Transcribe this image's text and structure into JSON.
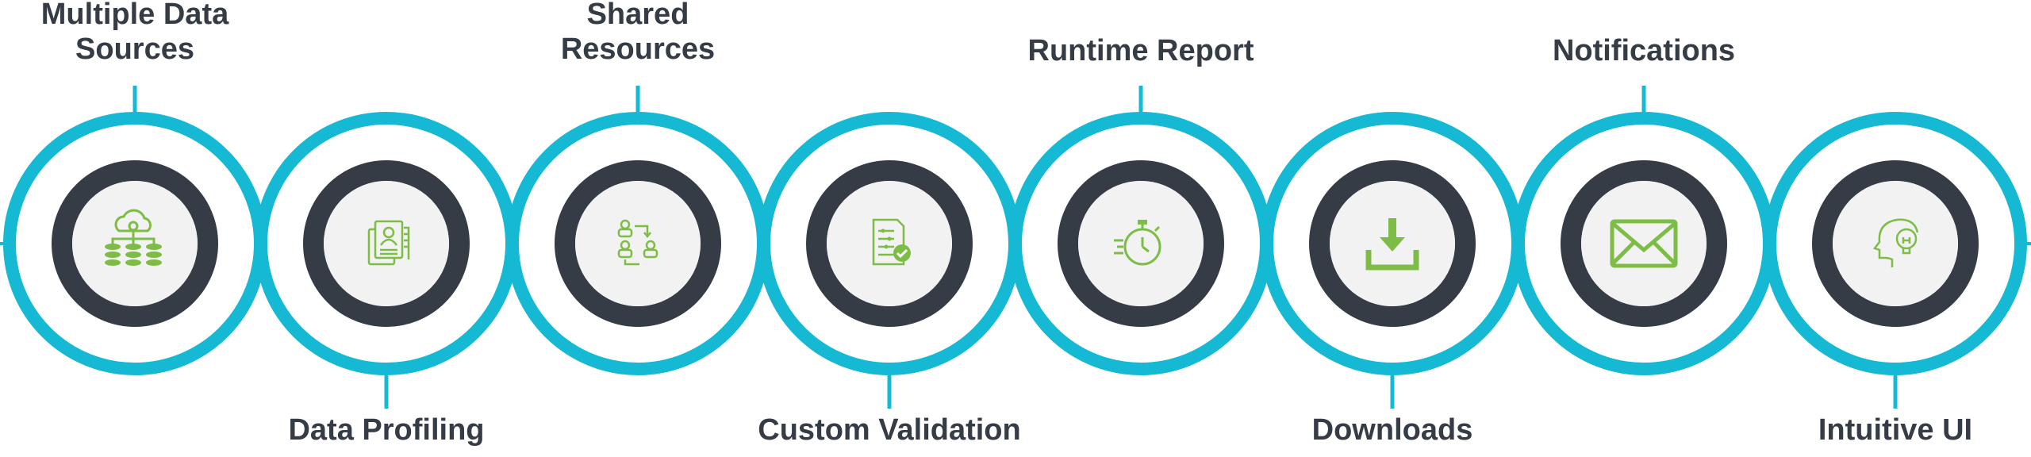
{
  "colors": {
    "accent_ring": "#16b9d4",
    "dark_ring": "#353c45",
    "icon_green": "#7dbd45",
    "inner_fill": "#f2f2f2",
    "label_text": "#353c45"
  },
  "features": [
    {
      "label_lines": [
        "Multiple Data",
        "Sources"
      ],
      "label_position": "top",
      "icon": "database-cloud-icon"
    },
    {
      "label_lines": [
        "Data Profiling"
      ],
      "label_position": "bottom",
      "icon": "profile-documents-icon"
    },
    {
      "label_lines": [
        "Shared",
        "Resources"
      ],
      "label_position": "top",
      "icon": "shared-users-icon"
    },
    {
      "label_lines": [
        "Custom Validation"
      ],
      "label_position": "bottom",
      "icon": "validation-checklist-icon"
    },
    {
      "label_lines": [
        "Runtime Report"
      ],
      "label_position": "top",
      "icon": "stopwatch-icon"
    },
    {
      "label_lines": [
        "Downloads"
      ],
      "label_position": "bottom",
      "icon": "download-icon"
    },
    {
      "label_lines": [
        "Notifications"
      ],
      "label_position": "top",
      "icon": "envelope-icon"
    },
    {
      "label_lines": [
        "Intuitive UI"
      ],
      "label_position": "bottom",
      "icon": "head-lightbulb-icon"
    }
  ]
}
